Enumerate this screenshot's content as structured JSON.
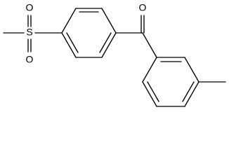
{
  "diagram": {
    "atom_labels": {
      "sulfur": "S",
      "sulfonyl_oxygen_top": "O",
      "sulfonyl_oxygen_bottom": "O",
      "carbonyl_oxygen": "O"
    }
  }
}
